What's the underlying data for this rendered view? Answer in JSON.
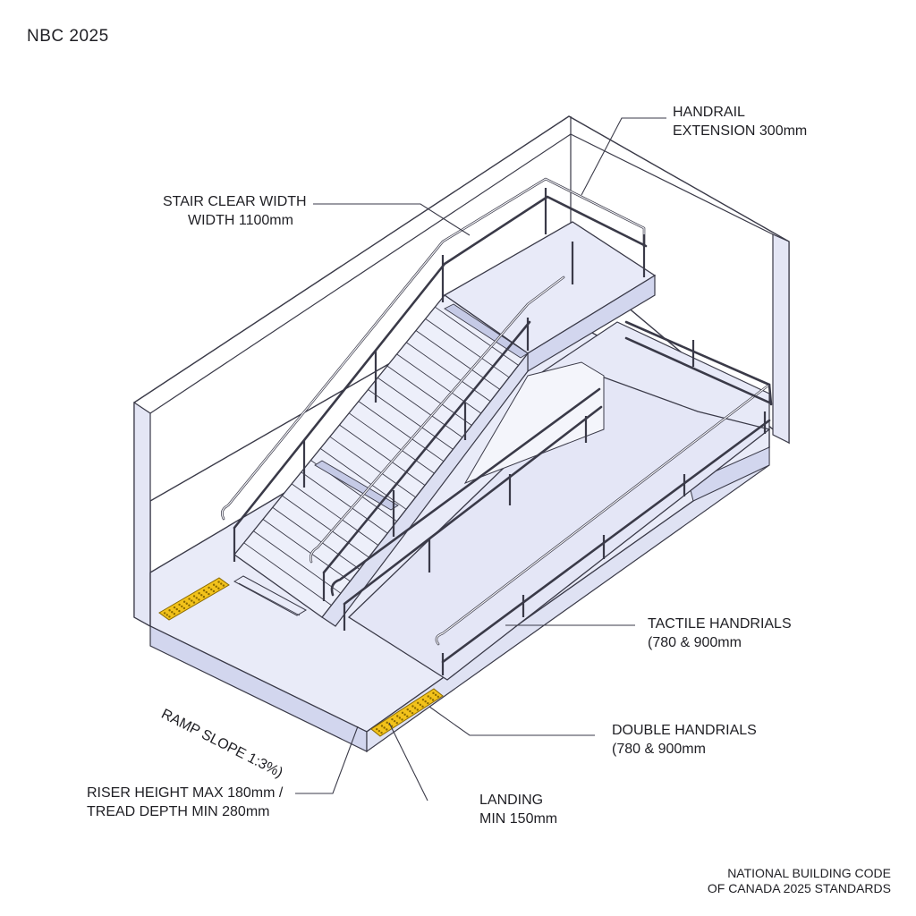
{
  "header": {
    "title": "NBC 2025"
  },
  "labels": {
    "handrail_extension": [
      "HANDRAIL",
      "EXTENSION 300mm"
    ],
    "stair_clear_width": [
      "STAIR CLEAR WIDTH",
      "WIDTH 1100mm"
    ],
    "tactile_handrails": [
      "TACTILE HANDRIALS",
      "(780 & 900mm"
    ],
    "double_handrails": [
      "DOUBLE HANDRIALS",
      "(780 & 900mm"
    ],
    "landing": [
      "LANDING",
      "MIN 150mm"
    ],
    "riser_tread": [
      "RISER HEIGHT MAX 180mm /",
      "TREAD DEPTH MIN 280mm"
    ],
    "ramp_slope": "RAMP SLOPE 1:3%)"
  },
  "footer": [
    "NATIONAL BUILDING CODE",
    "OF CANADA 2025 STANDARDS"
  ],
  "colors": {
    "line": "#3a3a48",
    "surface": "#e9ebf8",
    "surface_dark": "#d2d6ee",
    "wall": "#ffffff",
    "tactile": "#f2c21b",
    "rail": "#f4f4f8"
  }
}
